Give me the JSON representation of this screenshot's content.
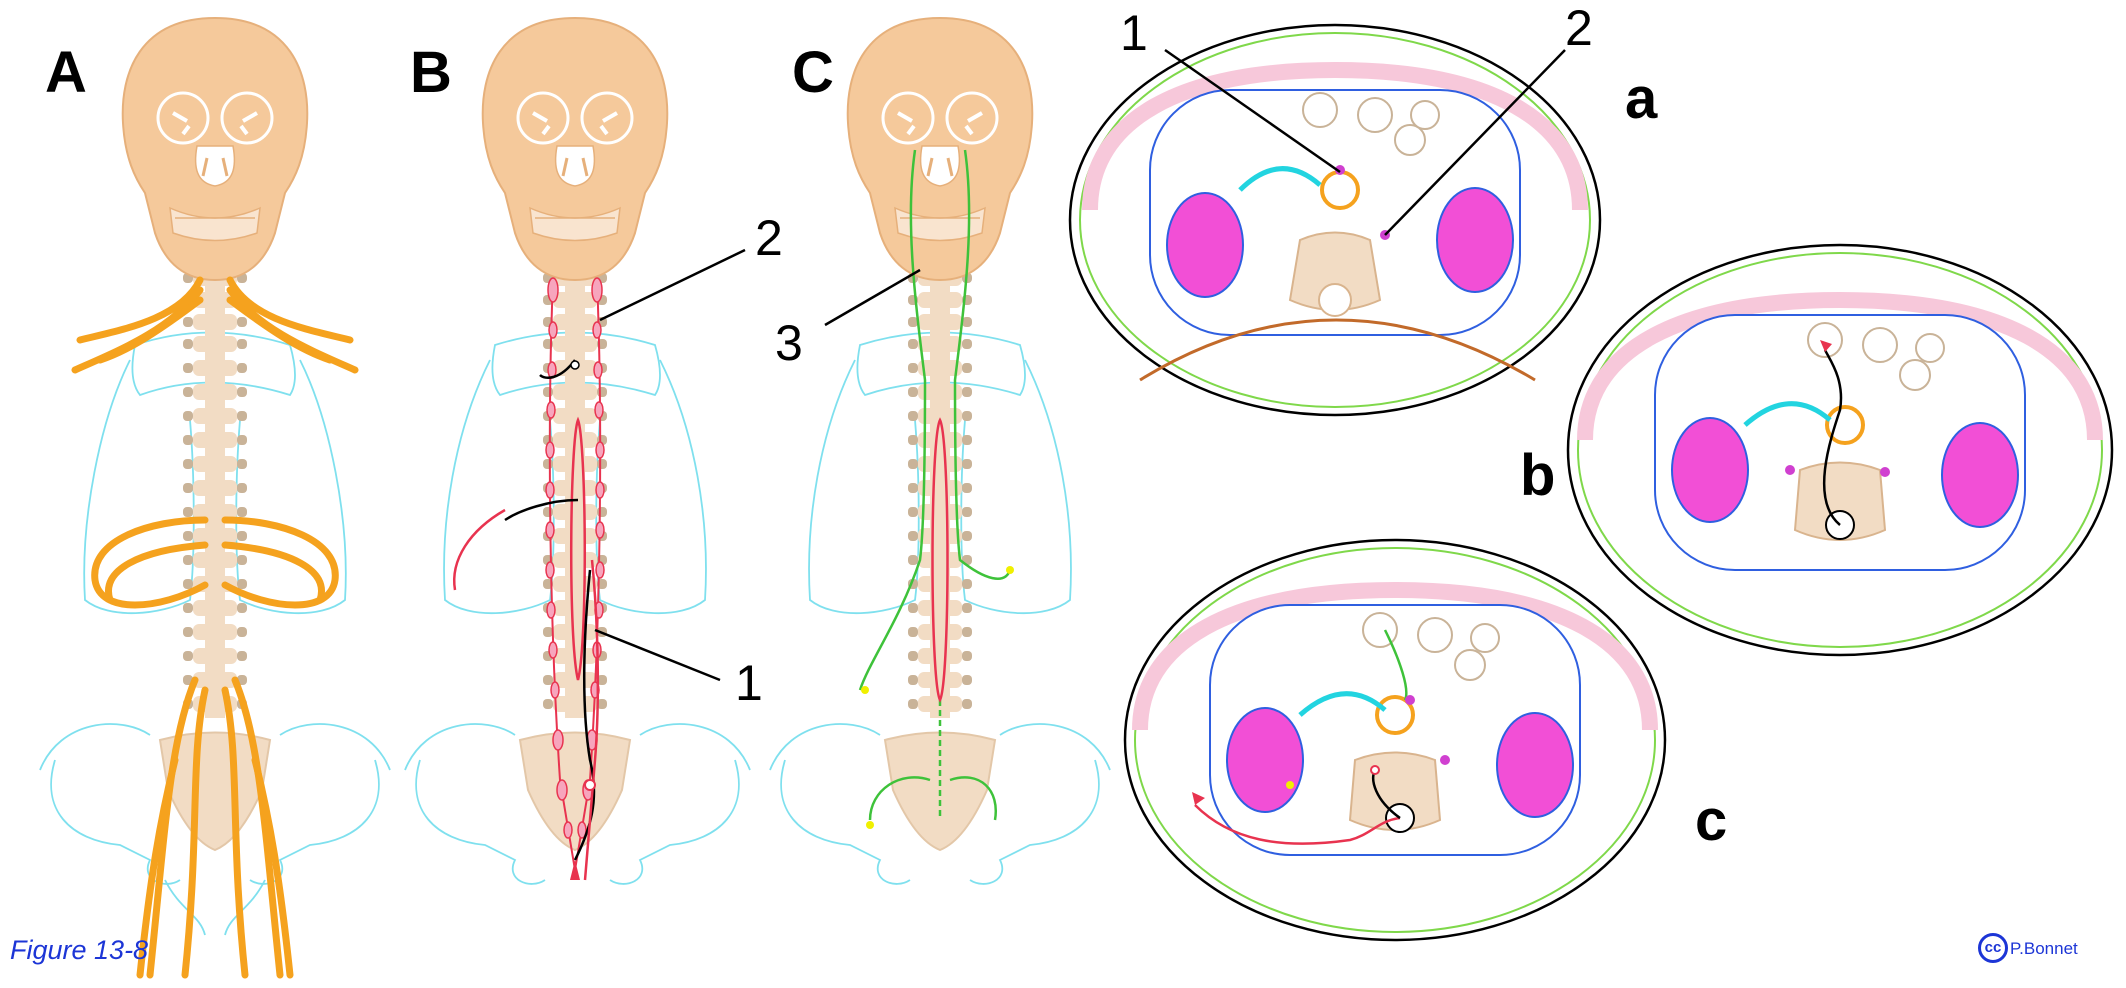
{
  "figure": {
    "caption": "Figure 13-8",
    "credit": "P.Bonnet",
    "license_symbol": "cc"
  },
  "panels": {
    "A": "A",
    "B": "B",
    "C": "C",
    "a": "a",
    "b": "b",
    "c": "c"
  },
  "callouts": {
    "B_1": "1",
    "B_2": "2",
    "C_3": "3",
    "a_1": "1",
    "a_2": "2"
  },
  "colors": {
    "skull": "#f5c99b",
    "bone": "#f2dcc4",
    "vertebra": "#c9b398",
    "nerve_orange": "#f5a21e",
    "body_outline_cyan": "#7fe0ee",
    "sympathetic_red": "#e8334f",
    "parasympathetic_green": "#3ec23a",
    "muscle_pink": "#f7c8da",
    "kidney_magenta": "#f24fd6",
    "peritoneum_blue": "#2f5fe0",
    "skin_green": "#7fd84a",
    "caption_blue": "#1c35d6"
  }
}
